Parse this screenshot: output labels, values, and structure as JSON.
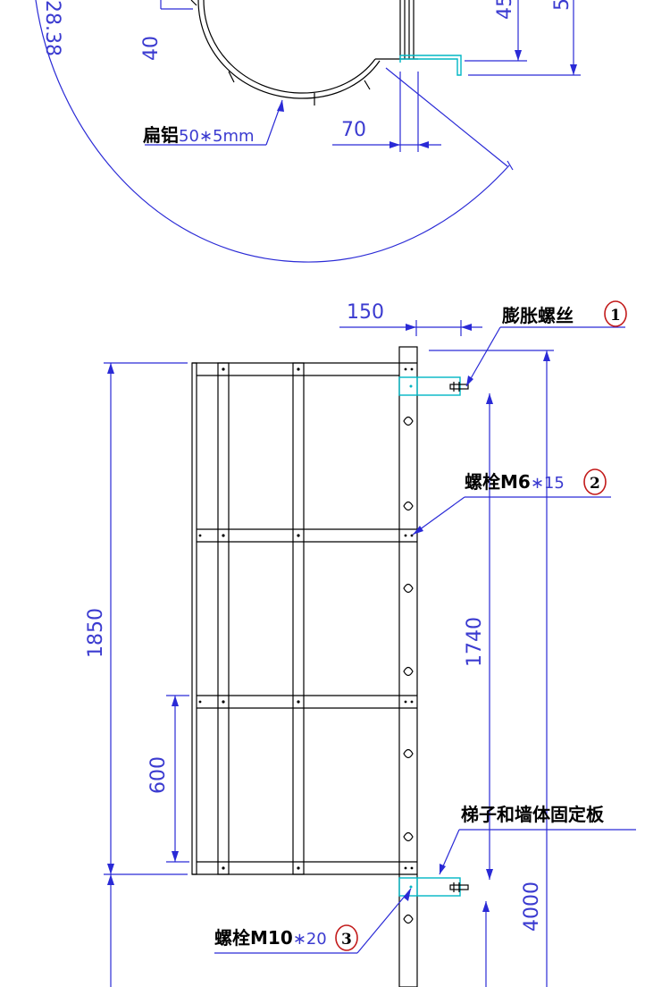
{
  "top_view": {
    "radius_label": "28.38",
    "dim_40": "40",
    "dim_45": "45",
    "dim_5": "5",
    "dim_70": "70",
    "profile_cn": "扁铝",
    "profile_spec": "50∗5mm"
  },
  "front_view": {
    "dim_150": "150",
    "dim_1850": "1850",
    "dim_1740": "1740",
    "dim_600": "600",
    "dim_4000": "4000",
    "callouts": [
      {
        "num": "1",
        "cn": "膨胀螺丝",
        "spec": ""
      },
      {
        "num": "2",
        "cn": "螺栓M6",
        "spec": "∗15"
      },
      {
        "num": "",
        "cn": "梯子和墙体固定板",
        "spec": ""
      },
      {
        "num": "3",
        "cn": "螺栓M10",
        "spec": "∗20"
      }
    ]
  }
}
